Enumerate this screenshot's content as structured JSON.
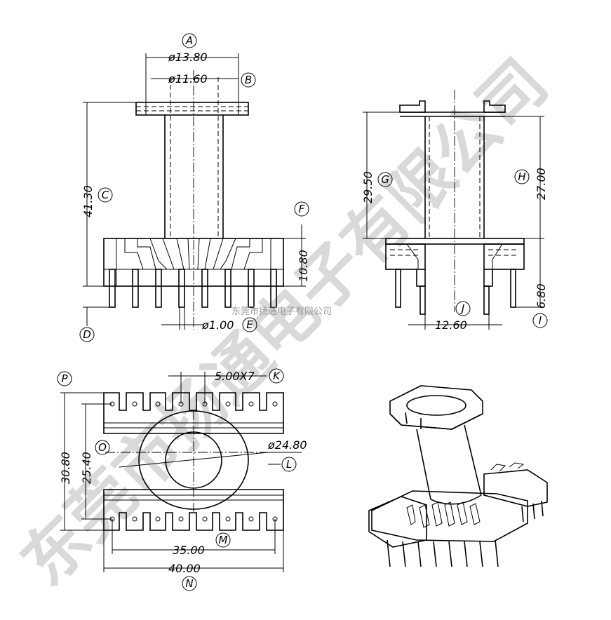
{
  "dimensions": {
    "A": "ø13.80",
    "B": "ø11.60",
    "C": "41.30",
    "F": "10.80",
    "E": "ø1.00",
    "G": "29.50",
    "H": "27.00",
    "I": "6.80",
    "J": "12.60",
    "K": "5.00X7",
    "L": "ø24.80",
    "P": "30.80",
    "O": "25.40",
    "M": "35.00",
    "N": "40.00"
  },
  "labels": {
    "A": "A",
    "B": "B",
    "C": "C",
    "D": "D",
    "E": "E",
    "F": "F",
    "G": "G",
    "H": "H",
    "I": "I",
    "J": "J",
    "K": "K",
    "L": "L",
    "M": "M",
    "N": "N",
    "O": "O",
    "P": "P"
  },
  "watermark": {
    "large": "东莞市扬通电子有限公司",
    "small": "东莞市扬通电子有限公司"
  }
}
